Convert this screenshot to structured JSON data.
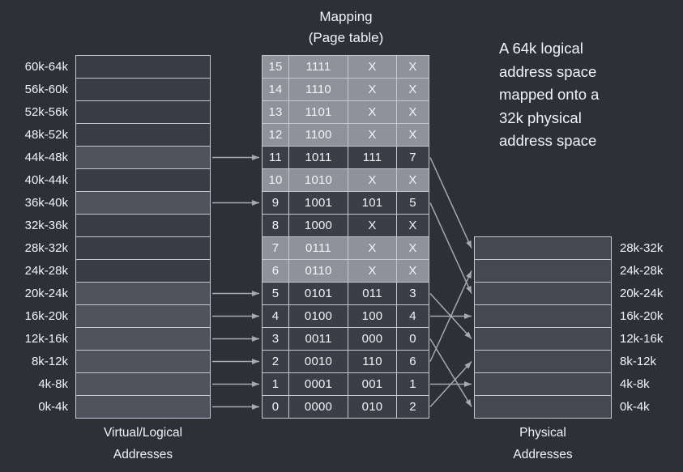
{
  "colors": {
    "background": "#2e3038",
    "border": "#c6c8cc",
    "row_unmapped": "#8f929a",
    "row_mapped": "#3b3e47",
    "virtual_box": "#3a3c45",
    "virtual_box_mapped": "#4f525c",
    "physical_box": "#454851",
    "arrow": "#a6a9b0",
    "text": "#f2f3f5"
  },
  "page_table_title": {
    "line1": "Mapping",
    "line2": "(Page table)"
  },
  "annotation": {
    "lines": [
      "A 64k logical",
      "address space",
      "mapped onto a",
      "32k physical",
      "address space"
    ]
  },
  "virtual_column": {
    "caption_line1": "Virtual/Logical",
    "caption_line2": "Addresses",
    "rows": [
      {
        "label": "60k-64k",
        "mapped": false
      },
      {
        "label": "56k-60k",
        "mapped": false
      },
      {
        "label": "52k-56k",
        "mapped": false
      },
      {
        "label": "48k-52k",
        "mapped": false
      },
      {
        "label": "44k-48k",
        "mapped": true
      },
      {
        "label": "40k-44k",
        "mapped": false
      },
      {
        "label": "36k-40k",
        "mapped": true
      },
      {
        "label": "32k-36k",
        "mapped": false
      },
      {
        "label": "28k-32k",
        "mapped": false
      },
      {
        "label": "24k-28k",
        "mapped": false
      },
      {
        "label": "20k-24k",
        "mapped": true
      },
      {
        "label": "16k-20k",
        "mapped": true
      },
      {
        "label": "12k-16k",
        "mapped": true
      },
      {
        "label": "8k-12k",
        "mapped": true
      },
      {
        "label": "4k-8k",
        "mapped": true
      },
      {
        "label": "0k-4k",
        "mapped": true
      }
    ]
  },
  "page_table": {
    "rows": [
      {
        "index": "15",
        "binary": "1111",
        "frame_bin": "X",
        "frame_dec": "X",
        "dark": false
      },
      {
        "index": "14",
        "binary": "1110",
        "frame_bin": "X",
        "frame_dec": "X",
        "dark": false
      },
      {
        "index": "13",
        "binary": "1101",
        "frame_bin": "X",
        "frame_dec": "X",
        "dark": false
      },
      {
        "index": "12",
        "binary": "1100",
        "frame_bin": "X",
        "frame_dec": "X",
        "dark": false
      },
      {
        "index": "11",
        "binary": "1011",
        "frame_bin": "111",
        "frame_dec": "7",
        "dark": true
      },
      {
        "index": "10",
        "binary": "1010",
        "frame_bin": "X",
        "frame_dec": "X",
        "dark": false
      },
      {
        "index": "9",
        "binary": "1001",
        "frame_bin": "101",
        "frame_dec": "5",
        "dark": true
      },
      {
        "index": "8",
        "binary": "1000",
        "frame_bin": "X",
        "frame_dec": "X",
        "dark": true
      },
      {
        "index": "7",
        "binary": "0111",
        "frame_bin": "X",
        "frame_dec": "X",
        "dark": false
      },
      {
        "index": "6",
        "binary": "0110",
        "frame_bin": "X",
        "frame_dec": "X",
        "dark": false
      },
      {
        "index": "5",
        "binary": "0101",
        "frame_bin": "011",
        "frame_dec": "3",
        "dark": true
      },
      {
        "index": "4",
        "binary": "0100",
        "frame_bin": "100",
        "frame_dec": "4",
        "dark": true
      },
      {
        "index": "3",
        "binary": "0011",
        "frame_bin": "000",
        "frame_dec": "0",
        "dark": true
      },
      {
        "index": "2",
        "binary": "0010",
        "frame_bin": "110",
        "frame_dec": "6",
        "dark": true
      },
      {
        "index": "1",
        "binary": "0001",
        "frame_bin": "001",
        "frame_dec": "1",
        "dark": true
      },
      {
        "index": "0",
        "binary": "0000",
        "frame_bin": "010",
        "frame_dec": "2",
        "dark": true
      }
    ]
  },
  "physical_column": {
    "caption_line1": "Physical",
    "caption_line2": "Addresses",
    "rows": [
      {
        "label": "28k-32k",
        "frame": 7
      },
      {
        "label": "24k-28k",
        "frame": 6
      },
      {
        "label": "20k-24k",
        "frame": 5
      },
      {
        "label": "16k-20k",
        "frame": 4
      },
      {
        "label": "12k-16k",
        "frame": 3
      },
      {
        "label": "8k-12k",
        "frame": 2
      },
      {
        "label": "4k-8k",
        "frame": 1
      },
      {
        "label": "0k-4k",
        "frame": 0
      }
    ]
  }
}
